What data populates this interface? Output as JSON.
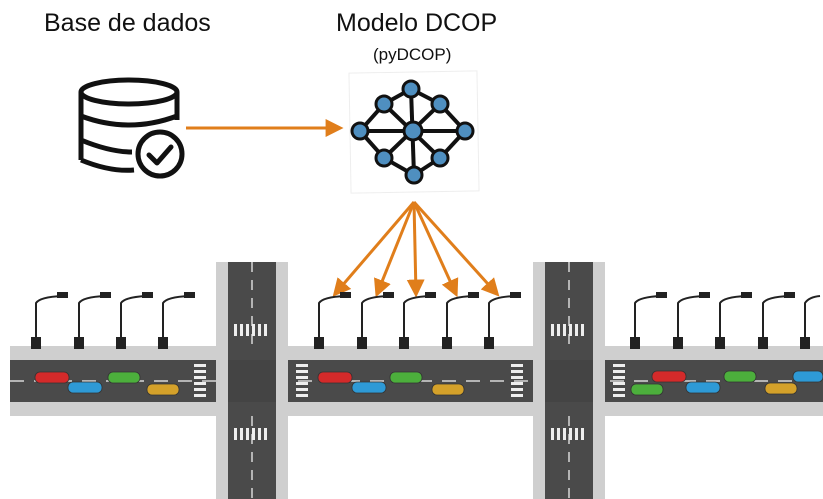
{
  "labels": {
    "database": "Base de dados",
    "model": "Modelo DCOP",
    "model_sub": "(pyDCOP)"
  },
  "icons": {
    "database": "database-check-icon",
    "model": "network-graph-icon"
  },
  "colors": {
    "arrow": "#E07E1B",
    "node": "#4F8FC0",
    "road": "#4a4a4a",
    "sidewalk": "#cfcfcf",
    "cars": [
      "#d42a2a",
      "#2e9ad6",
      "#4caf3c",
      "#d4a12a"
    ]
  }
}
